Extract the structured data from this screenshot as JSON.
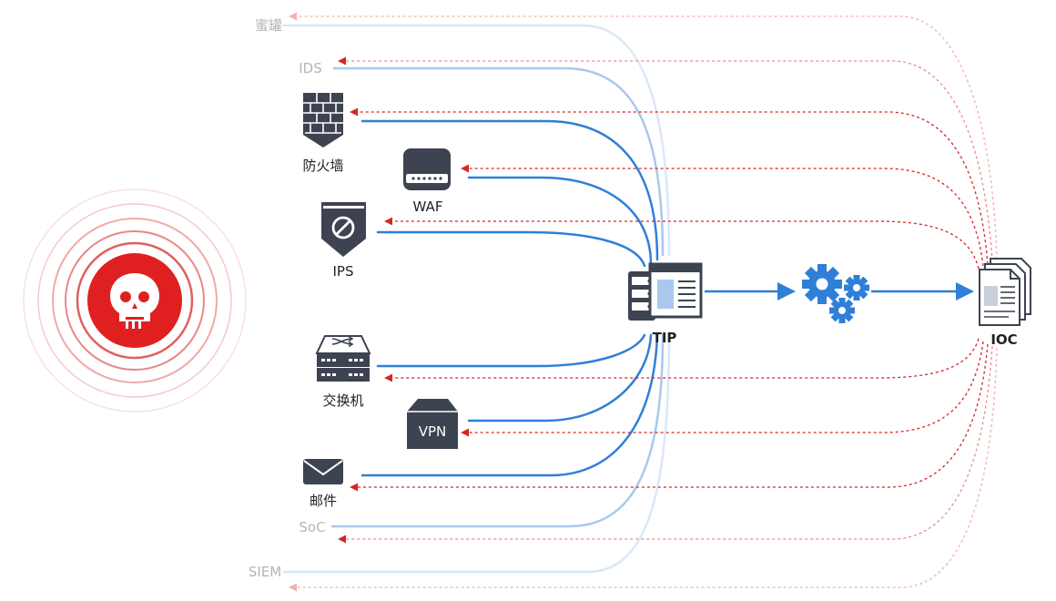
{
  "colors": {
    "threat_red": "#e02020",
    "feed_blue": "#2f7fd8",
    "ioc_red": "#d82424",
    "icon_dark": "#3d4350",
    "gear_blue": "#2f7fd8",
    "label_dark": "#222222",
    "label_faded": "#b5b5b5"
  },
  "threat": {
    "icon": "skull-icon"
  },
  "hub": {
    "tip_label": "TIP",
    "ioc_label": "IOC",
    "processing_icon": "gears-icon"
  },
  "devices": {
    "honeypot": {
      "label": "蜜罐",
      "faded": true
    },
    "ids": {
      "label": "IDS",
      "faded": true
    },
    "firewall": {
      "label": "防火墙",
      "icon": "firewall-icon"
    },
    "waf": {
      "label": "WAF",
      "icon": "waf-router-icon"
    },
    "ips": {
      "label": "IPS",
      "icon": "ips-shield-icon"
    },
    "switch": {
      "label": "交换机",
      "icon": "switch-icon"
    },
    "vpn": {
      "label": "VPN",
      "icon": "vpn-box-icon"
    },
    "mail": {
      "label": "邮件",
      "icon": "mail-icon"
    },
    "soc": {
      "label": "SoC",
      "faded": true
    },
    "siem": {
      "label": "SIEM",
      "faded": true
    }
  }
}
